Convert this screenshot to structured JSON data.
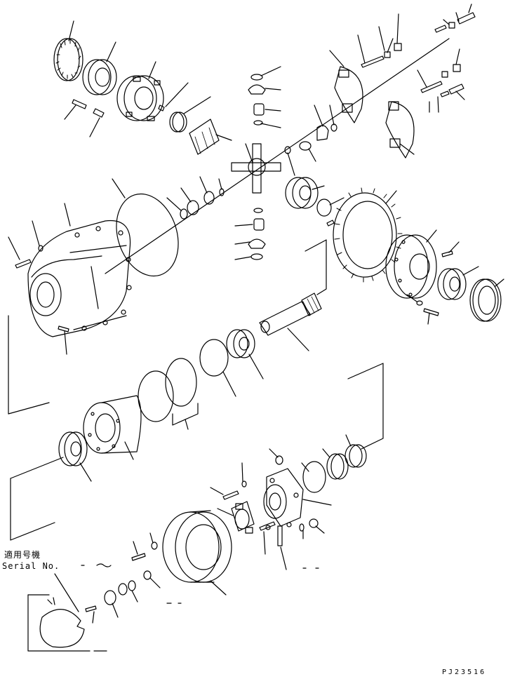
{
  "diagram": {
    "kind": "exploded parts diagram",
    "serial_label_jp": "適用号機",
    "serial_label_en": "Serial No.",
    "serial_range_dash": "~",
    "drawing_id": "PJ23516"
  },
  "colors": {
    "ink": "#000000",
    "paper": "#ffffff"
  }
}
